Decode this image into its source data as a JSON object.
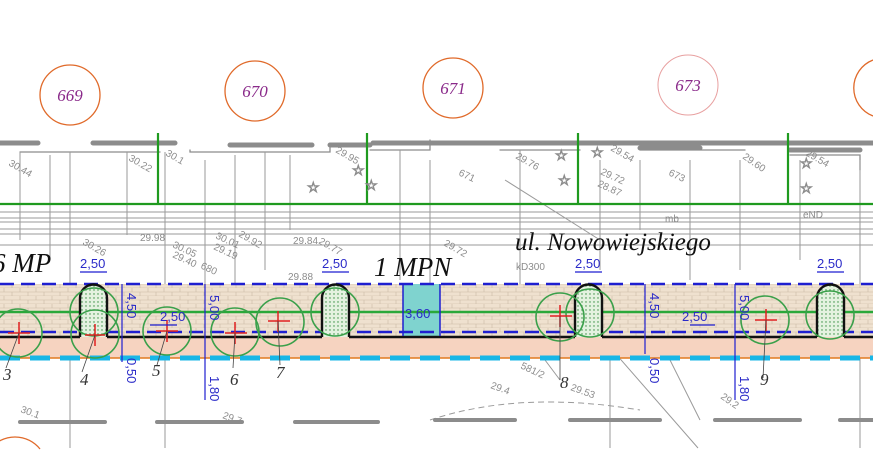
{
  "parcels": [
    "669",
    "670",
    "671",
    "673"
  ],
  "labels": {
    "parking_6": "6 MP",
    "parking_1": "1 MPN",
    "street": "ul. Nowowiejskiego"
  },
  "dimensions": {
    "bay_width": "2,50",
    "sidewalk_a": "4,50",
    "sidewalk_b": "5,00",
    "curb": "0,50",
    "bike": "1,80",
    "disabled_spot": "3,60"
  },
  "trees": [
    "3",
    "4",
    "5",
    "6",
    "7",
    "8",
    "9"
  ],
  "survey_heights": [
    "30.44",
    "30.22",
    "30.1",
    "29.95",
    "29.98",
    "30.05",
    "29.40",
    "30.01",
    "29.19",
    "29.92",
    "29.84",
    "29.77",
    "30.26",
    "29.76",
    "29.72",
    "28.87",
    "29.54",
    "29.60",
    "29.54",
    "29.88",
    "29.72",
    "30.1",
    "29.7",
    "29.53",
    "29.4",
    "29.2"
  ],
  "map_annotations": [
    "680",
    "671",
    "673",
    "kD300",
    "eND",
    "mb",
    "581/2"
  ],
  "colors": {
    "parcel_circle": "#e06a2a",
    "green_line": "#1f9a1f",
    "dim_blue": "#1f1fd0",
    "paving": "#efe1cf",
    "pink_band": "#f6d3c0",
    "cyan": "#18b6e6",
    "teal": "#7fd3cf",
    "tree_circle": "#3aa04a",
    "tree_cross": "#e02020"
  }
}
